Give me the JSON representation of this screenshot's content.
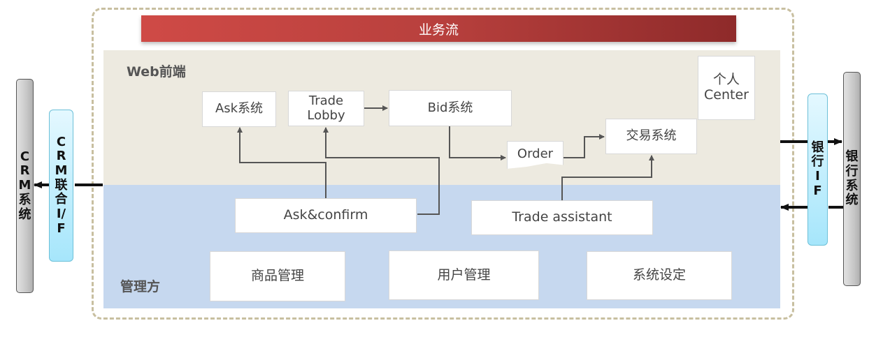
{
  "banner": {
    "title": "业务流"
  },
  "sections": {
    "web": {
      "label": "Web前端"
    },
    "management": {
      "label": "管理方"
    }
  },
  "web_nodes": {
    "ask_system": "Ask系统",
    "trade_lobby": "Trade\nLobby",
    "bid_system": "Bid系统",
    "order": "Order",
    "trade_system": "交易系统",
    "personal_center": "个人\nCenter"
  },
  "mgmt_nodes": {
    "ask_confirm": "Ask&confirm",
    "trade_assistant": "Trade assistant",
    "product_mgmt": "商品管理",
    "user_mgmt": "用户管理",
    "system_settings": "系统设定"
  },
  "external": {
    "crm_system": "C\nR\nM\n系\n统",
    "crm_interface": "C\nR\nM\n联\n合\nI/\nF",
    "bank_interface": "银\n行\nI\nF",
    "bank_system": "银\n行\n系\n统"
  },
  "colors": {
    "banner_start": "#cf4a46",
    "banner_end": "#8e2a2a",
    "web_bg": "#edeae0",
    "mgmt_bg": "#c6d8ef",
    "interface_fill": "#a6e6fb",
    "border_dash": "#c8bfa0"
  }
}
